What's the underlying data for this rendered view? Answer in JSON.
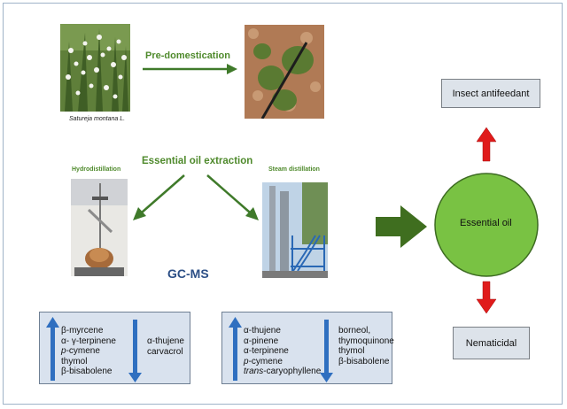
{
  "species_caption": "Satureja montana L.",
  "pre_domestication_label": "Pre-domestication",
  "essential_oil_extraction_label": "Essential oil extraction",
  "hydrodistillation_label": "Hydrodistillation",
  "steam_distillation_label": "Steam distillation",
  "gcms_label": "GC-MS",
  "essential_oil_label": "Essential oil",
  "insect_antifeedant_label": "Insect antifeedant",
  "nematicidal_label": "Nematicidal",
  "hydro_panel": {
    "up_compounds": [
      "β-myrcene",
      "α- γ-terpinene",
      "p-cymene",
      "thymol",
      "β-bisabolene"
    ],
    "down_compounds": [
      "α-thujene",
      "carvacrol"
    ]
  },
  "steam_panel": {
    "up_compounds": [
      "α-thujene",
      "α-pinene",
      "α-terpinene",
      "p-cymene",
      "trans-caryophyllene"
    ],
    "down_compounds": [
      "borneol,",
      "thymoquinone",
      "thymol",
      "β-bisabolene"
    ]
  },
  "colors": {
    "green_arrow": "#3f7a2a",
    "label_green": "#4f8a2c",
    "gcms_blue": "#2c4f86",
    "essential_oil_fill": "#79c243",
    "red_arrow": "#e01b1b",
    "blue_arrow": "#2f6fc0",
    "box_fill": "#dde3ea",
    "panel_fill": "#d9e2ee"
  }
}
